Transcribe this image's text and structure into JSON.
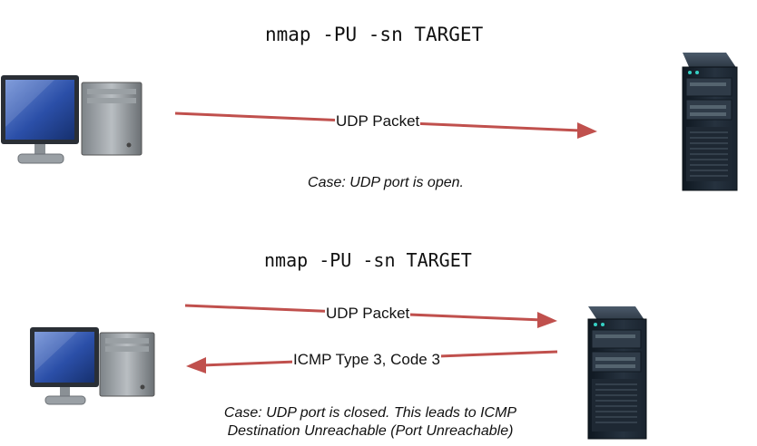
{
  "scenario_open": {
    "command": "nmap -PU -sn TARGET",
    "packet_label": "UDP Packet",
    "caption": "Case: UDP port is open."
  },
  "scenario_closed": {
    "command": "nmap -PU -sn TARGET",
    "packet_label": "UDP Packet",
    "reply_label": "ICMP Type 3, Code 3",
    "caption_line1": "Case: UDP port is closed. This leads to ICMP",
    "caption_line2": "Destination Unreachable (Port Unreachable)"
  },
  "colors": {
    "arrow": "#c0504d",
    "monitor_screen": "#2b4fa8",
    "server_body": "#1c2733"
  },
  "icons": [
    "desktop-computer-icon",
    "server-tower-icon"
  ]
}
